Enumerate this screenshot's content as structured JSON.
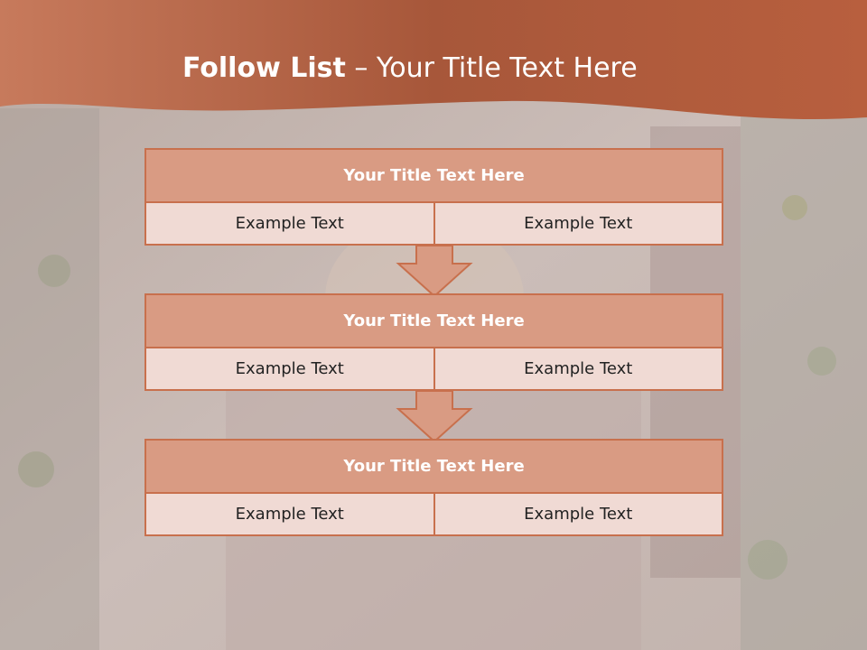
{
  "slide": {
    "title_bold": "Follow List",
    "title_rest": " – Your Title Text Here"
  },
  "steps": [
    {
      "title": "Your Title Text Here",
      "left": "Example Text",
      "right": "Example Text"
    },
    {
      "title": "Your Title Text Here",
      "left": "Example Text",
      "right": "Example Text"
    },
    {
      "title": "Your Title Text Here",
      "left": "Example Text",
      "right": "Example Text"
    }
  ],
  "colors": {
    "header": "#b65c3a",
    "title_fill": "#d99b83",
    "cell_fill": "#f0dad4",
    "border": "#c8704d"
  },
  "icons": {
    "arrow": "down-arrow-icon"
  }
}
